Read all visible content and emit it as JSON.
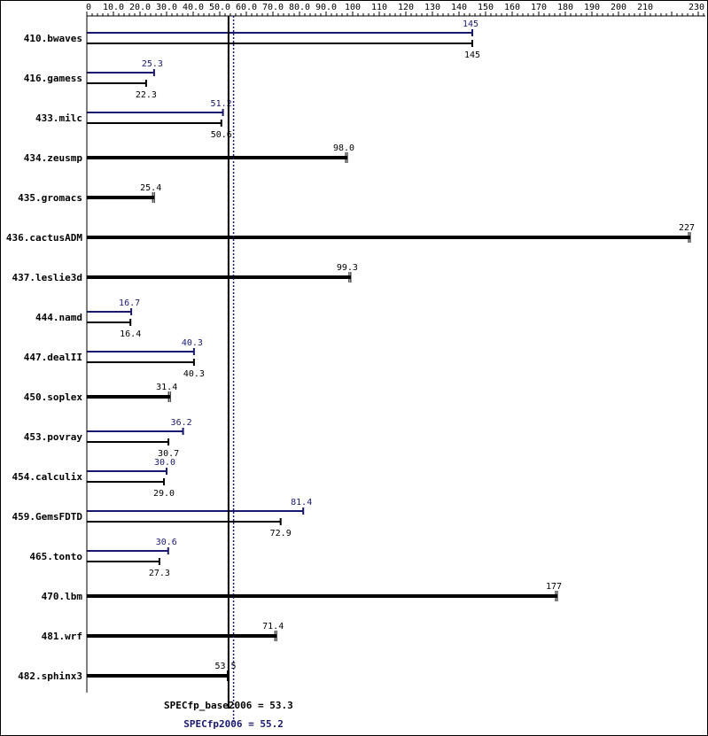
{
  "chart_data": {
    "type": "bar",
    "orientation": "horizontal",
    "axis_ticks": [
      "0",
      "10.0",
      "20.0",
      "30.0",
      "40.0",
      "50.0",
      "60.0",
      "70.0",
      "80.0",
      "90.0",
      "100",
      "110",
      "120",
      "130",
      "140",
      "150",
      "160",
      "170",
      "180",
      "190",
      "200",
      "210",
      "230"
    ],
    "xlim": [
      0,
      230
    ],
    "colors": {
      "peak": "#191970",
      "base": "#000000"
    },
    "benchmarks": [
      {
        "name": "410.bwaves",
        "peak": 145,
        "base": 145,
        "peak_label": "145",
        "base_label": "145"
      },
      {
        "name": "416.gamess",
        "peak": 25.3,
        "base": 22.3,
        "peak_label": "25.3",
        "base_label": "22.3"
      },
      {
        "name": "433.milc",
        "peak": 51.2,
        "base": 50.6,
        "peak_label": "51.2",
        "base_label": "50.6"
      },
      {
        "name": "434.zeusmp",
        "peak": null,
        "base": 98.0,
        "peak_label": null,
        "base_label": "98.0"
      },
      {
        "name": "435.gromacs",
        "peak": null,
        "base": 25.4,
        "peak_label": null,
        "base_label": "25.4"
      },
      {
        "name": "436.cactusADM",
        "peak": null,
        "base": 227,
        "peak_label": null,
        "base_label": "227"
      },
      {
        "name": "437.leslie3d",
        "peak": null,
        "base": 99.3,
        "peak_label": null,
        "base_label": "99.3"
      },
      {
        "name": "444.namd",
        "peak": 16.7,
        "base": 16.4,
        "peak_label": "16.7",
        "base_label": "16.4"
      },
      {
        "name": "447.dealII",
        "peak": 40.3,
        "base": 40.3,
        "peak_label": "40.3",
        "base_label": "40.3"
      },
      {
        "name": "450.soplex",
        "peak": null,
        "base": 31.4,
        "peak_label": null,
        "base_label": "31.4"
      },
      {
        "name": "453.povray",
        "peak": 36.2,
        "base": 30.7,
        "peak_label": "36.2",
        "base_label": "30.7"
      },
      {
        "name": "454.calculix",
        "peak": 30.0,
        "base": 29.0,
        "peak_label": "30.0",
        "base_label": "29.0"
      },
      {
        "name": "459.GemsFDTD",
        "peak": 81.4,
        "base": 72.9,
        "peak_label": "81.4",
        "base_label": "72.9"
      },
      {
        "name": "465.tonto",
        "peak": 30.6,
        "base": 27.3,
        "peak_label": "30.6",
        "base_label": "27.3"
      },
      {
        "name": "470.lbm",
        "peak": null,
        "base": 177,
        "peak_label": null,
        "base_label": "177"
      },
      {
        "name": "481.wrf",
        "peak": null,
        "base": 71.4,
        "peak_label": null,
        "base_label": "71.4"
      },
      {
        "name": "482.sphinx3",
        "peak": null,
        "base": 53.5,
        "peak_label": null,
        "base_label": "53.5"
      }
    ],
    "base_mean": {
      "value": 53.3,
      "label": "SPECfp_base2006 = 53.3"
    },
    "peak_mean": {
      "value": 55.2,
      "label": "SPECfp2006 = 55.2"
    }
  }
}
